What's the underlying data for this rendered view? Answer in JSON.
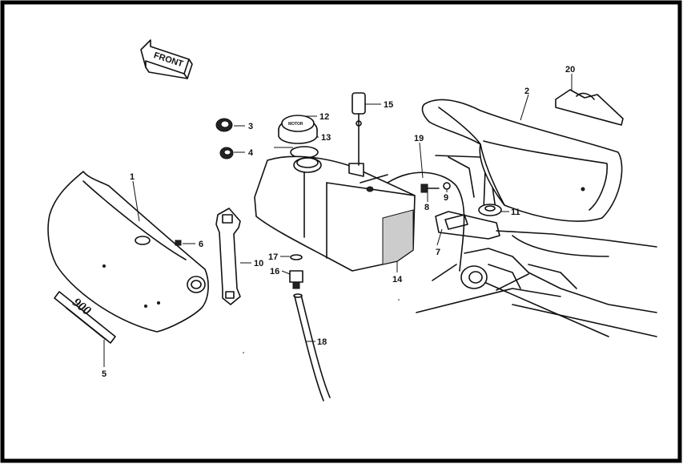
{
  "diagram": {
    "direction_label": "FRONT",
    "badge_text": "900",
    "cap_text": "MOTOR",
    "part_numbers": [
      "1",
      "2",
      "3",
      "4",
      "5",
      "6",
      "7",
      "8",
      "9",
      "10",
      "11",
      "12",
      "13",
      "14",
      "15",
      "16",
      "17",
      "18",
      "19",
      "20"
    ]
  },
  "colors": {
    "ink": "#111111",
    "background": "#ffffff"
  }
}
